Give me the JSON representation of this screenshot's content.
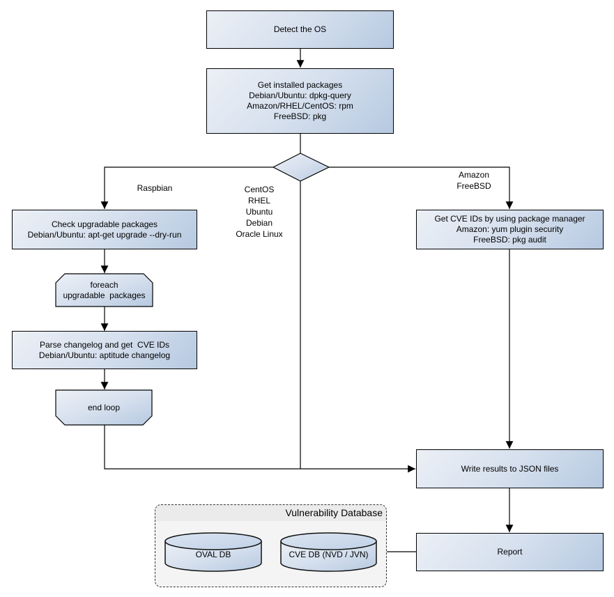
{
  "diagram": {
    "nodes": {
      "detect_os": "Detect the OS",
      "get_installed_packages": "Get installed packages\nDebian/Ubuntu: dpkg-query\nAmazon/RHEL/CentOS: rpm\nFreeBSD: pkg",
      "check_upgradable": "Check upgradable packages\nDebian/Ubuntu: apt-get upgrade --dry-run",
      "foreach_loop": "foreach\nupgradable  packages",
      "parse_changelog": "Parse changelog and get  CVE IDs\nDebian/Ubuntu: aptitude changelog",
      "end_loop": "end loop",
      "get_cve_ids": "Get CVE IDs by using package manager\nAmazon: yum plugin security\nFreeBSD: pkg audit",
      "write_results": "Write results to JSON files",
      "report": "Report",
      "oval_db": "OVAL DB",
      "cve_db": "CVE DB (NVD / JVN)"
    },
    "edge_labels": {
      "raspbian": "Raspbian",
      "os_group": "CentOS\nRHEL\nUbuntu\nDebian\nOracle Linux",
      "amazon_freebsd": "Amazon\nFreeBSD"
    },
    "container": {
      "title": "Vulnerability Database"
    },
    "colors": {
      "node_fill_light": "#ecf0f6",
      "node_fill_mid": "#d6e0ee",
      "node_fill_dark": "#b6c9e1",
      "node_border": "#000000",
      "container_fill": "#f4f4f4",
      "container_band": "#ebebeb",
      "connector": "#000000",
      "canvas_bg": "#ffffff"
    }
  }
}
